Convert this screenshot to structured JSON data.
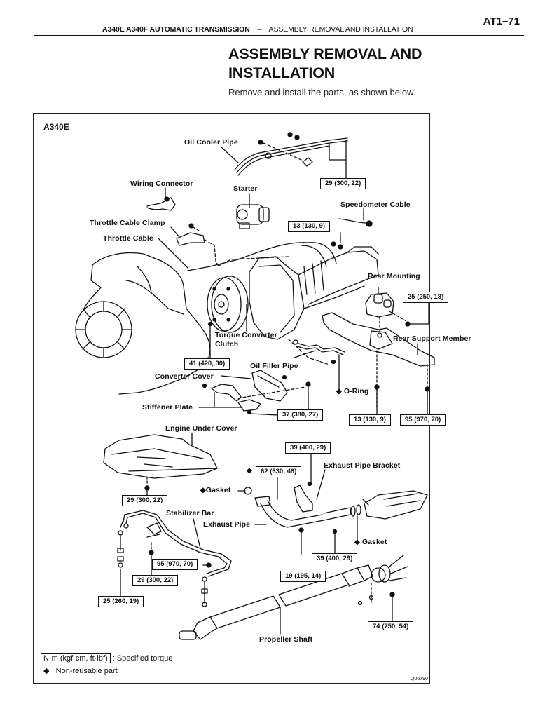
{
  "header": {
    "page_number": "AT1–71",
    "section_bold": "A340E A340F AUTOMATIC TRANSMISSION",
    "separator": "–",
    "section_title": "ASSEMBLY REMOVAL AND INSTALLATION"
  },
  "title_line1": "ASSEMBLY REMOVAL AND",
  "title_line2": "INSTALLATION",
  "subtitle": "Remove and install the parts, as shown below.",
  "figure": {
    "model": "A340E",
    "figure_id": "Q06790",
    "labels": {
      "oil_cooler_pipe": "Oil Cooler Pipe",
      "wiring_connector": "Wiring Connector",
      "starter": "Starter",
      "speedometer_cable": "Speedometer Cable",
      "throttle_cable_clamp": "Throttle Cable Clamp",
      "throttle_cable": "Throttle Cable",
      "rear_mounting": "Rear Mounting",
      "rear_support_member": "Rear Support Member",
      "torque_converter_clutch_1": "Torque Converter",
      "torque_converter_clutch_2": "Clutch",
      "oil_filler_pipe": "Oil Filler Pipe",
      "converter_cover": "Converter Cover",
      "o_ring": "O-Ring",
      "stiffener_plate": "Stiffener Plate",
      "engine_under_cover": "Engine Under Cover",
      "exhaust_pipe_bracket": "Exhaust Pipe Bracket",
      "gasket_upper": "Gasket",
      "stabilizer_bar": "Stabilizer Bar",
      "exhaust_pipe": "Exhaust Pipe",
      "gasket_lower": "Gasket",
      "propeller_shaft": "Propeller Shaft"
    },
    "torques": {
      "oil_cooler": "29 (300, 22)",
      "speedometer": "13 (130, 9)",
      "rear_mounting": "25 (250, 18)",
      "converter_clutch": "41 (420, 30)",
      "stiffener": "37 (380, 27)",
      "support_left": "13 (130, 9)",
      "support_right": "95 (970, 70)",
      "bracket_bolt": "39 (400, 29)",
      "exhaust_flange": "62 (630, 46)",
      "under_cover": "29 (300, 22)",
      "stabilizer_link": "95 (970, 70)",
      "stabilizer_bracket": "29 (300, 22)",
      "stabilizer_end": "25 (260, 19)",
      "exhaust_rear": "39 (400, 29)",
      "exhaust_clamp": "19 (195, 14)",
      "propeller_flange": "74 (750, 54)"
    },
    "non_reusable_marker": "◆"
  },
  "legend": {
    "torque_unit_box": "N·m (kgf·cm, ft·lbf)",
    "torque_desc": ": Specified torque",
    "diamond": "◆",
    "non_reusable": "Non-reusable part"
  }
}
